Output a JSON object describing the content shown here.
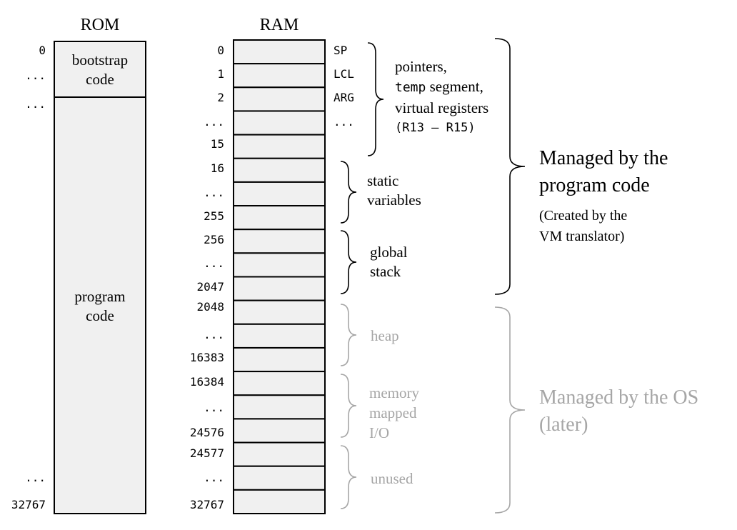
{
  "rom": {
    "title": "ROM",
    "addresses": [
      "0",
      "...",
      "...",
      "...",
      "32767"
    ],
    "blocks": {
      "bootstrap": "bootstrap\ncode",
      "program": "program\ncode"
    }
  },
  "ram": {
    "title": "RAM",
    "addresses": [
      "0",
      "1",
      "2",
      "...",
      "15",
      "16",
      "...",
      "255",
      "256",
      "...",
      "2047",
      "2048",
      "...",
      "16383",
      "16384",
      "...",
      "24576",
      "24577",
      "...",
      "32767"
    ],
    "register_labels": [
      "SP",
      "LCL",
      "ARG",
      "..."
    ]
  },
  "groups": [
    {
      "label_parts": [
        "pointers,",
        "temp",
        "segment,",
        "virtual registers",
        "(R13 – R15)"
      ],
      "color": "#000000"
    },
    {
      "label": "static\nvariables",
      "color": "#000000"
    },
    {
      "label": "global\nstack",
      "color": "#000000"
    },
    {
      "label": "heap",
      "color": "#a6a6a6"
    },
    {
      "label": "memory\nmapped\nI/O",
      "color": "#a6a6a6"
    },
    {
      "label": "unused",
      "color": "#a6a6a6"
    }
  ],
  "managers": {
    "program": {
      "title": "Managed by the\nprogram code",
      "note": "(Created by the\nVM translator)",
      "color": "#000000"
    },
    "os": {
      "title": "Managed by the OS\n(later)",
      "color": "#a6a6a6"
    }
  }
}
